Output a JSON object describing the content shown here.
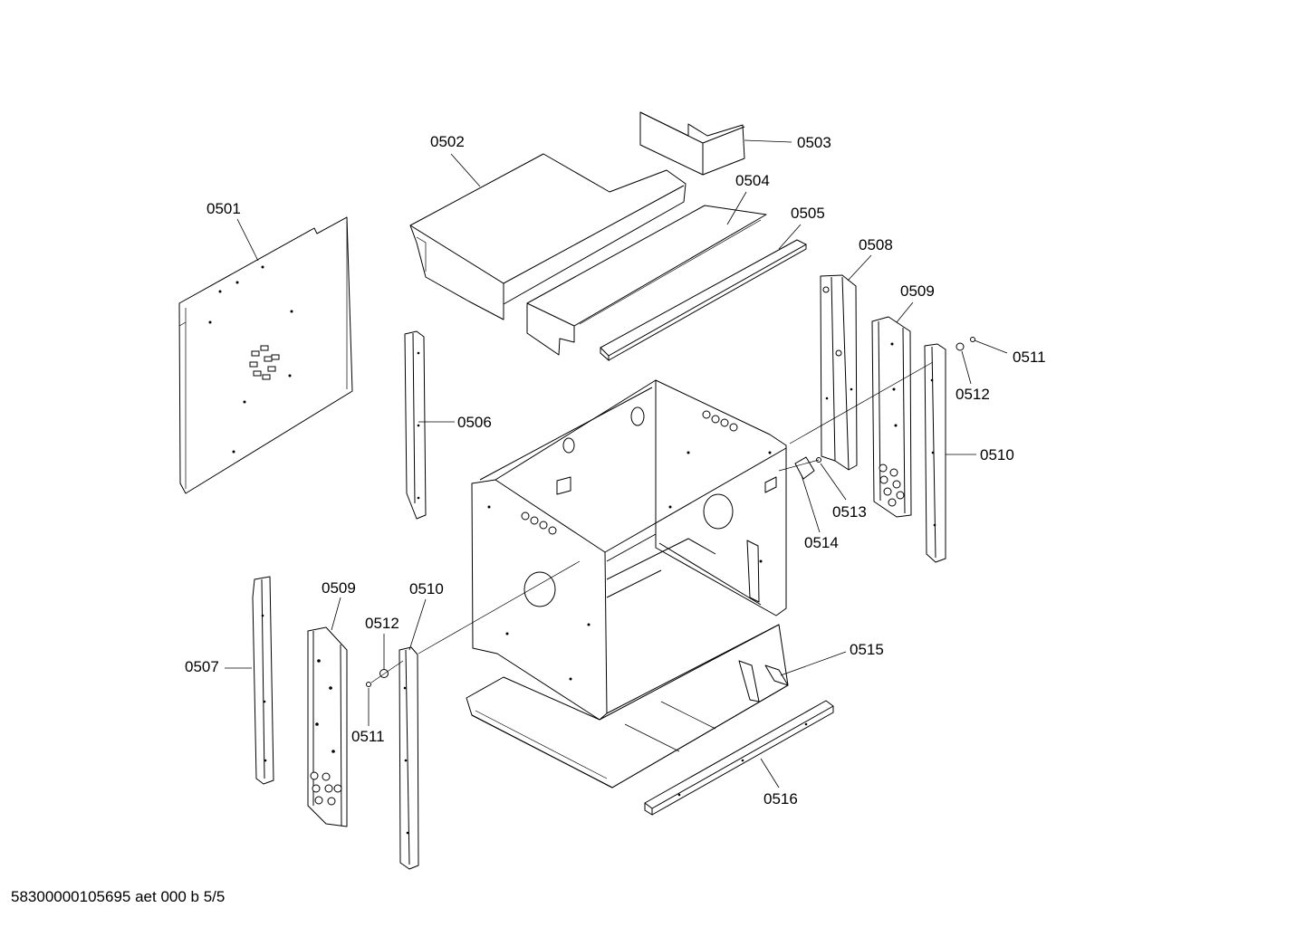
{
  "callouts": [
    {
      "id": "c-0501",
      "label": "0501"
    },
    {
      "id": "c-0502",
      "label": "0502"
    },
    {
      "id": "c-0503",
      "label": "0503"
    },
    {
      "id": "c-0504",
      "label": "0504"
    },
    {
      "id": "c-0505",
      "label": "0505"
    },
    {
      "id": "c-0506",
      "label": "0506"
    },
    {
      "id": "c-0507",
      "label": "0507"
    },
    {
      "id": "c-0508",
      "label": "0508"
    },
    {
      "id": "c-0509-right",
      "label": "0509"
    },
    {
      "id": "c-0509-left",
      "label": "0509"
    },
    {
      "id": "c-0510-right",
      "label": "0510"
    },
    {
      "id": "c-0510-left",
      "label": "0510"
    },
    {
      "id": "c-0511-right",
      "label": "0511"
    },
    {
      "id": "c-0511-left",
      "label": "0511"
    },
    {
      "id": "c-0512-right",
      "label": "0512"
    },
    {
      "id": "c-0512-left",
      "label": "0512"
    },
    {
      "id": "c-0513",
      "label": "0513"
    },
    {
      "id": "c-0514",
      "label": "0514"
    },
    {
      "id": "c-0515",
      "label": "0515"
    },
    {
      "id": "c-0516",
      "label": "0516"
    }
  ],
  "footer": {
    "text": "58300000105695 aet 000 b 5/5"
  }
}
